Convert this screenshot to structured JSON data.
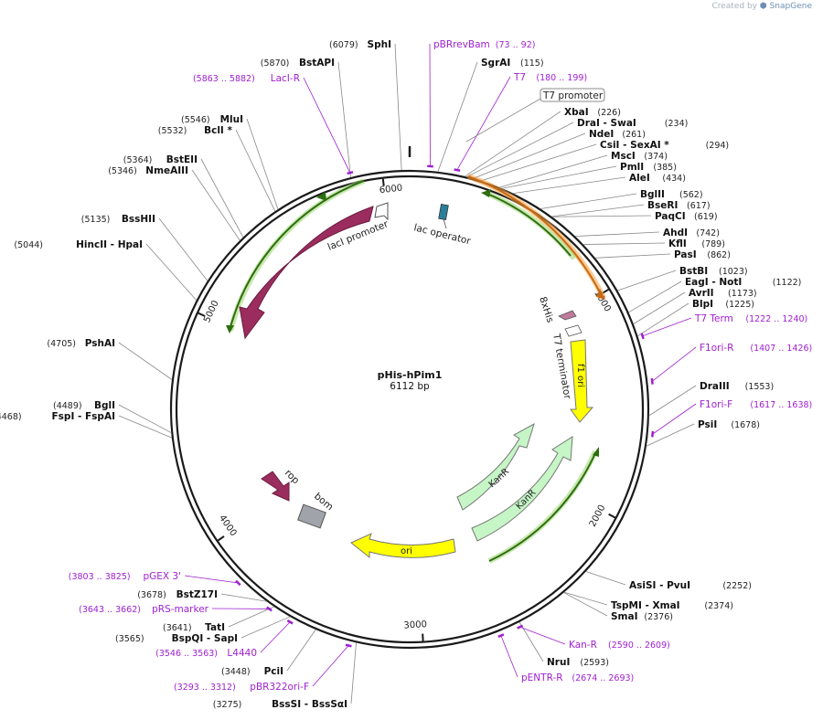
{
  "credit": {
    "prefix": "Created by",
    "brand": "SnapGene"
  },
  "plasmid": {
    "name": "pHis-hPim1",
    "size_label": "6112 bp",
    "length": 6112
  },
  "ruler": [
    {
      "pos": 1000,
      "label": "1000"
    },
    {
      "pos": 2000,
      "label": "2000"
    },
    {
      "pos": 3000,
      "label": "3000"
    },
    {
      "pos": 4000,
      "label": "4000"
    },
    {
      "pos": 5000,
      "label": "5000"
    },
    {
      "pos": 6000,
      "label": "6000"
    }
  ],
  "sites": [
    {
      "id": "SphI",
      "label": "SphI",
      "pos_text": "(6079)",
      "pos": 6079
    },
    {
      "id": "SgrAI",
      "label": "SgrAI",
      "pos_text": "(115)",
      "pos": 115
    },
    {
      "id": "BstAPI",
      "label": "BstAPI",
      "pos_text": "(5870)",
      "pos": 5870
    },
    {
      "id": "XbaI",
      "label": "XbaI",
      "pos_text": "(226)",
      "pos": 226
    },
    {
      "id": "DraI",
      "label": "DraI   - SwaI",
      "pos_text": "(234)",
      "pos": 234
    },
    {
      "id": "NdeI",
      "label": "NdeI",
      "pos_text": "(261)",
      "pos": 261
    },
    {
      "id": "CsiI",
      "label": "CsiI   - SexAI *",
      "pos_text": "(294)",
      "pos": 294
    },
    {
      "id": "MscI",
      "label": "MscI",
      "pos_text": "(374)",
      "pos": 374
    },
    {
      "id": "PmlI",
      "label": "PmlI",
      "pos_text": "(385)",
      "pos": 385
    },
    {
      "id": "AleI",
      "label": "AleI",
      "pos_text": "(434)",
      "pos": 434
    },
    {
      "id": "BglII",
      "label": "BglII",
      "pos_text": "(562)",
      "pos": 562
    },
    {
      "id": "BseRI",
      "label": "BseRI",
      "pos_text": "(617)",
      "pos": 617
    },
    {
      "id": "PaqCI",
      "label": "PaqCI",
      "pos_text": "(619)",
      "pos": 619
    },
    {
      "id": "AhdI",
      "label": "AhdI",
      "pos_text": "(742)",
      "pos": 742
    },
    {
      "id": "KflI",
      "label": "KflI",
      "pos_text": "(789)",
      "pos": 789
    },
    {
      "id": "PasI",
      "label": "PasI",
      "pos_text": "(862)",
      "pos": 862
    },
    {
      "id": "BstBI",
      "label": "BstBI",
      "pos_text": "(1023)",
      "pos": 1023
    },
    {
      "id": "EagI",
      "label": "EagI   - NotI",
      "pos_text": "(1122)",
      "pos": 1122
    },
    {
      "id": "AvrII",
      "label": "AvrII",
      "pos_text": "(1173)",
      "pos": 1173
    },
    {
      "id": "BlpI",
      "label": "BlpI",
      "pos_text": "(1225)",
      "pos": 1225
    },
    {
      "id": "DraIII",
      "label": "DraIII",
      "pos_text": "(1553)",
      "pos": 1553
    },
    {
      "id": "PsiI",
      "label": "PsiI",
      "pos_text": "(1678)",
      "pos": 1678
    },
    {
      "id": "AsiSI",
      "label": "AsiSI   - PvuI",
      "pos_text": "(2252)",
      "pos": 2252
    },
    {
      "id": "TspMI",
      "label": "TspMI   - XmaI",
      "pos_text": "(2374)",
      "pos": 2374
    },
    {
      "id": "SmaI",
      "label": "SmaI",
      "pos_text": "(2376)",
      "pos": 2376
    },
    {
      "id": "NruI",
      "label": "NruI",
      "pos_text": "(2593)",
      "pos": 2593
    },
    {
      "id": "BssSI",
      "label": "BssSI   - BssSαI",
      "pos_text": "(3275)",
      "pos": 3275
    },
    {
      "id": "PciI",
      "label": "PciI",
      "pos_text": "(3448)",
      "pos": 3448
    },
    {
      "id": "BspQI",
      "label": "BspQI   - SapI",
      "pos_text": "(3565)",
      "pos": 3565
    },
    {
      "id": "TatI",
      "label": "TatI",
      "pos_text": "(3641)",
      "pos": 3641
    },
    {
      "id": "BstZ17I",
      "label": "BstZ17I",
      "pos_text": "(3678)",
      "pos": 3678
    },
    {
      "id": "BglI",
      "label": "BglI",
      "pos_text": "(4489)",
      "pos": 4489
    },
    {
      "id": "FspI",
      "label": "FspI   - FspAI",
      "pos_text": "(4468)",
      "pos": 4468
    },
    {
      "id": "PshAI",
      "label": "PshAI",
      "pos_text": "(4705)",
      "pos": 4705
    },
    {
      "id": "HincII",
      "label": "HincII   - HpaI",
      "pos_text": "(5044)",
      "pos": 5044
    },
    {
      "id": "BssHII",
      "label": "BssHII",
      "pos_text": "(5135)",
      "pos": 5135
    },
    {
      "id": "NmeAIII",
      "label": "NmeAIII",
      "pos_text": "(5346)",
      "pos": 5346
    },
    {
      "id": "BstEII",
      "label": "BstEII",
      "pos_text": "(5364)",
      "pos": 5364
    },
    {
      "id": "BclI",
      "label": "BclI *",
      "pos_text": "(5532)",
      "pos": 5532
    },
    {
      "id": "MluI",
      "label": "MluI",
      "pos_text": "(5546)",
      "pos": 5546
    }
  ],
  "primers": [
    {
      "id": "pBRrevBam",
      "label": "pBRrevBam",
      "range_text": "(73 .. 92)",
      "pos": 82
    },
    {
      "id": "T7",
      "label": "T7",
      "range_text": "(180 .. 199)",
      "pos": 190
    },
    {
      "id": "LacI-R",
      "label": "LacI-R",
      "range_text": "(5863 .. 5882)",
      "pos": 5872
    },
    {
      "id": "T7Term",
      "label": "T7 Term",
      "range_text": "(1222 .. 1240)",
      "pos": 1231
    },
    {
      "id": "F1ori-R",
      "label": "F1ori-R",
      "range_text": "(1407 .. 1426)",
      "pos": 1416
    },
    {
      "id": "F1ori-F",
      "label": "F1ori-F",
      "range_text": "(1617 .. 1638)",
      "pos": 1627
    },
    {
      "id": "Kan-R",
      "label": "Kan-R",
      "range_text": "(2590 .. 2609)",
      "pos": 2600
    },
    {
      "id": "pENTR-R",
      "label": "pENTR-R",
      "range_text": "(2674 .. 2693)",
      "pos": 2683
    },
    {
      "id": "pBR322ori-F",
      "label": "pBR322ori-F",
      "range_text": "(3293 .. 3312)",
      "pos": 3302
    },
    {
      "id": "L4440",
      "label": "L4440",
      "range_text": "(3546 .. 3563)",
      "pos": 3554
    },
    {
      "id": "pRS-marker",
      "label": "pRS-marker",
      "range_text": "(3643 .. 3662)",
      "pos": 3652
    },
    {
      "id": "pGEX3",
      "label": "pGEX 3'",
      "range_text": "(3803 .. 3825)",
      "pos": 3814
    }
  ],
  "features": {
    "t7_promoter_box": "T7 promoter",
    "lac_operator": "lac operator",
    "laci_promoter": "lacI promoter",
    "laci": "lacI",
    "his_tag": "8xHis",
    "t7_terminator": "T7 terminator",
    "f1_ori": "f1 ori",
    "kanr_1": "KanR",
    "kanr_2": "KanR",
    "ori": "ori",
    "rop": "rop",
    "bom": "bom"
  },
  "colors": {
    "backbone": "#1a1a1a",
    "site_line": "#888888",
    "primer": "#a020d0",
    "laci": "#9b2d5e",
    "rop": "#9b2d5e",
    "kanr": "#c6f5c6",
    "ori": "#ffff00",
    "f1_ori": "#ffff00",
    "orange_orf": "#f5a142",
    "green_orf": "#5aa02c",
    "lac_operator": "#2a7f9a",
    "his": "#c07a9a",
    "bom": "#a0a4aa"
  }
}
